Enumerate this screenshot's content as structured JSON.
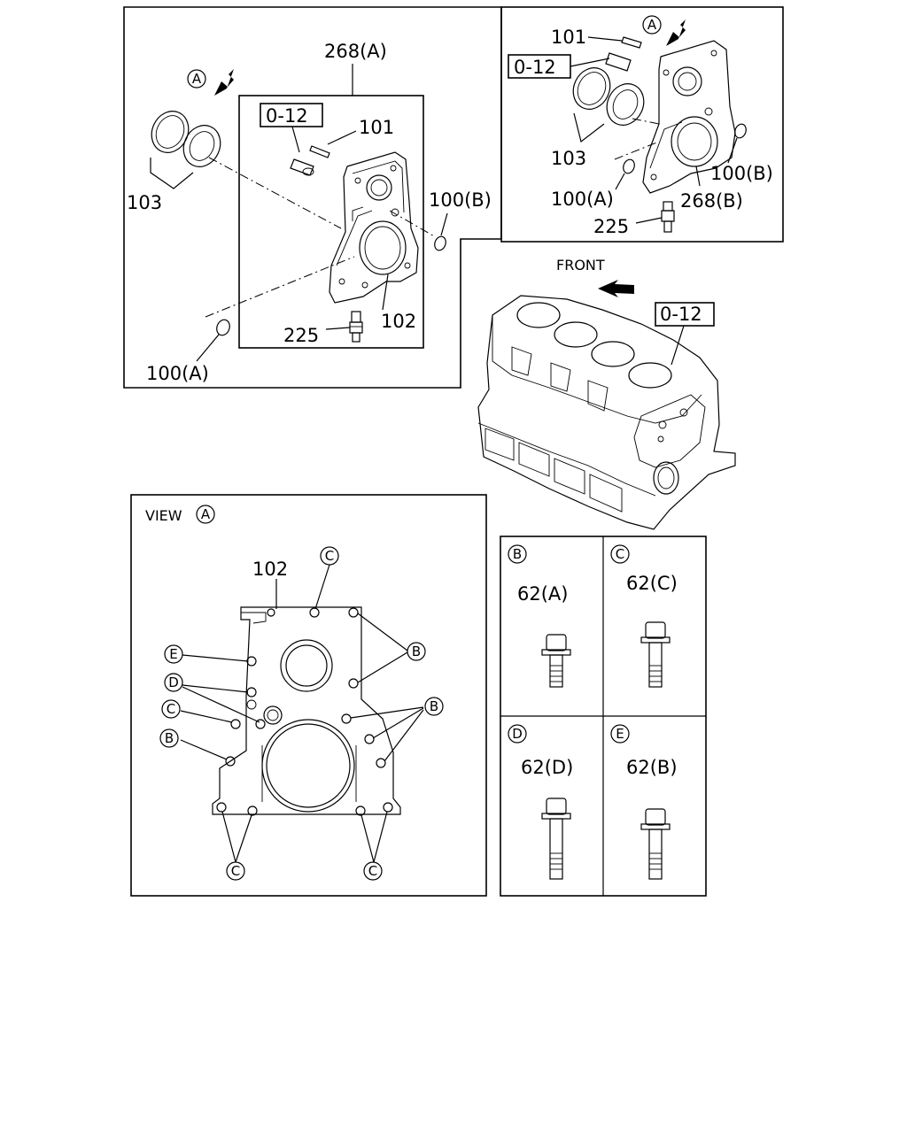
{
  "top_left": {
    "view_marker": "A",
    "labels": {
      "assembly": "268(A)",
      "ref": "0-12",
      "stud": "101",
      "seal": "103",
      "oring_b": "100(B)",
      "gasket": "102",
      "plug": "225",
      "oring_a": "100(A)"
    }
  },
  "top_right": {
    "view_marker": "A",
    "labels": {
      "stud": "101",
      "ref": "0-12",
      "seal": "103",
      "oring_b": "100(B)",
      "oring_a": "100(A)",
      "assembly": "268(B)",
      "plug": "225"
    }
  },
  "engine": {
    "front_label": "FRONT",
    "ref": "0-12"
  },
  "view_panel": {
    "title": "VIEW",
    "marker": "A",
    "part": "102",
    "callouts": {
      "c_top": "C",
      "b_right_top": "B",
      "e_left": "E",
      "d_left": "D",
      "b_right_mid": "B",
      "c_left": "C",
      "b_left": "B",
      "c_bottom_left": "C",
      "c_bottom_right": "C"
    }
  },
  "bolts": [
    {
      "marker": "B",
      "part": "62(A)"
    },
    {
      "marker": "C",
      "part": "62(C)"
    },
    {
      "marker": "D",
      "part": "62(D)"
    },
    {
      "marker": "E",
      "part": "62(B)"
    }
  ]
}
